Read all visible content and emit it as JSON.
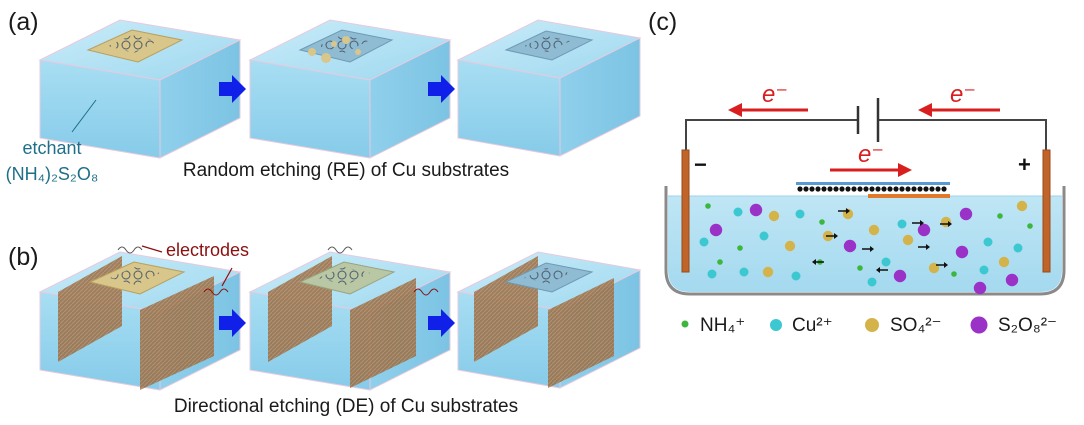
{
  "panel_labels": {
    "a": "(a)",
    "b": "(b)",
    "c": "(c)"
  },
  "panel_a": {
    "caption": "Random etching (RE) of Cu substrates",
    "etchant_label": "etchant",
    "etchant_formula": "(NH₄)₂S₂O₈"
  },
  "panel_b": {
    "caption": "Directional etching (DE)  of Cu substrates",
    "electrodes_label": "electrodes"
  },
  "panel_c": {
    "electron_labels": [
      "e⁻",
      "e⁻",
      "e⁻"
    ],
    "minus_sign": "−",
    "plus_sign": "+",
    "legend": [
      {
        "label": "NH₄⁺",
        "color": "#3cb63c"
      },
      {
        "label": "Cu²⁺",
        "color": "#3cc8d0"
      },
      {
        "label": "SO₄²⁻",
        "color": "#d4b44a"
      },
      {
        "label": "S₂O₈²⁻",
        "color": "#9a32c8"
      }
    ]
  },
  "colors": {
    "liquid": "#aee0f2",
    "electrode": "#c0642a",
    "arrow_blue": "#1020e8",
    "arrow_red": "#d81e1e"
  }
}
